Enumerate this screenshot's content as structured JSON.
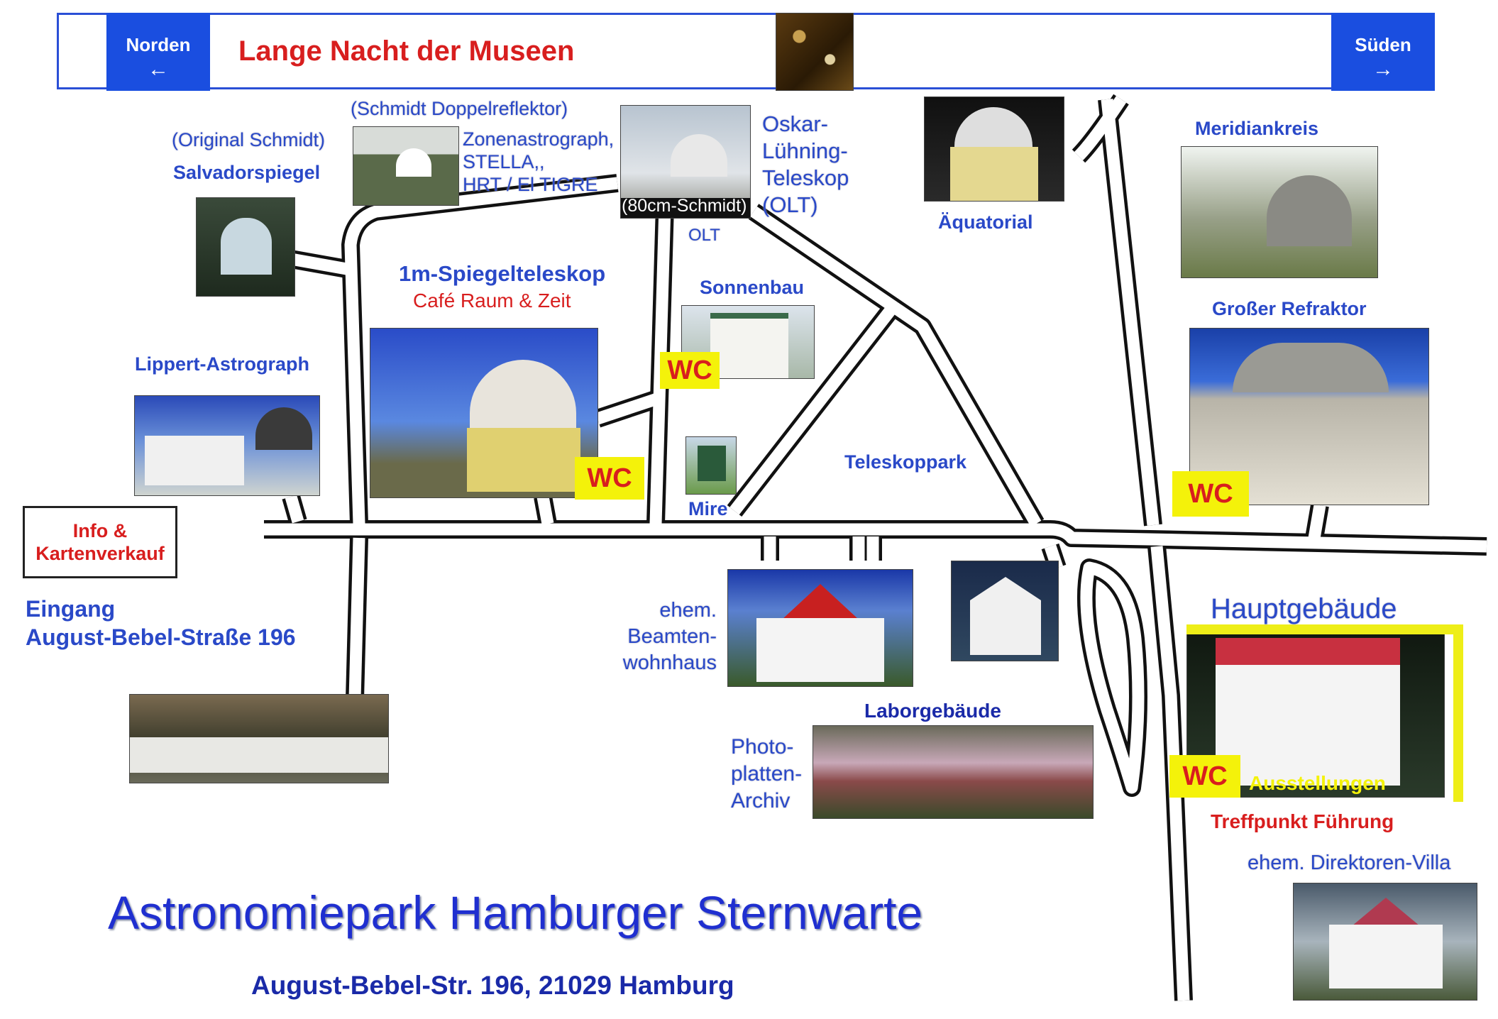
{
  "banner": {
    "title": "Lange Nacht der Museen",
    "north_label": "Norden",
    "south_label": "Süden",
    "north_arrow": "←",
    "south_arrow": "→"
  },
  "map_title": "Astronomiepark Hamburger Sternwarte",
  "address": "August-Bebel-Str. 196, 21029 Hamburg",
  "entrance": {
    "line1": "Eingang",
    "line2": "August-Bebel-Straße 196"
  },
  "info_box": {
    "line1": "Info &",
    "line2": "Kartenverkauf"
  },
  "labels": {
    "salvador_sub": "(Original Schmidt)",
    "salvador": "Salvadorspiegel",
    "schmidt_double": "(Schmidt Doppelreflektor)",
    "zonen_1": "Zonenastrograph,",
    "zonen_2": "STELLA,,",
    "zonen_3": "HRT / El TIGRE",
    "schmidt80": "(80cm-Schmidt)",
    "olt_short": "OLT",
    "oskar_1": "Oskar-",
    "oskar_2": "Lühning-",
    "oskar_3": "Teleskop",
    "oskar_4": "(OLT)",
    "aequatorial": "Äquatorial",
    "meridiankreis": "Meridiankreis",
    "spiegel1m": "1m-Spiegelteleskop",
    "cafe": "Café Raum & Zeit",
    "sonnenbau": "Sonnenbau",
    "grosser_refraktor": "Großer Refraktor",
    "lippert": "Lippert-Astrograph",
    "teleskoppark": "Teleskoppark",
    "mire": "Mire",
    "beamten_1": "ehem.",
    "beamten_2": "Beamten-",
    "beamten_3": "wohnhaus",
    "hauptgebaeude": "Hauptgebäude",
    "ausstellungen": "Ausstellungen",
    "treffpunkt": "Treffpunkt Führung",
    "laborgebaeude": "Laborgebäude",
    "photo_1": "Photo-",
    "photo_2": "platten-",
    "photo_3": "Archiv",
    "villa": "ehem. Direktoren-Villa",
    "wc": "WC"
  },
  "colors": {
    "banner_blue": "#1a4ee0",
    "label_blue": "#2a49c8",
    "title_blue": "#1f2fd0",
    "red": "#d81e1e",
    "wc_yellow": "#f4f20a"
  }
}
